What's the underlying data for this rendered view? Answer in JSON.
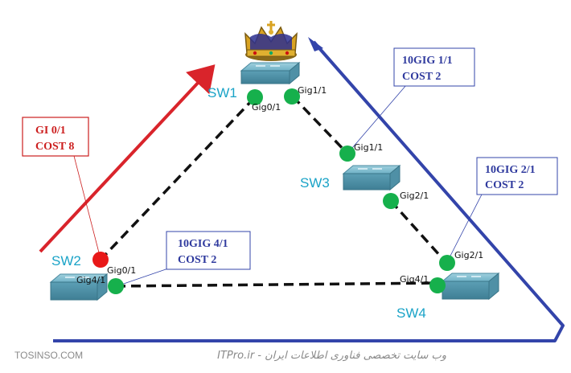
{
  "colors": {
    "switch_label": "#1aa3c7",
    "red_arrow": "#d9242b",
    "blue_arrow": "#3344aa",
    "port_green": "#16b04c",
    "port_red": "#e81818",
    "link": "#111111",
    "red_box": "#cc1f1f",
    "blue_box_text": "#2f3a9e"
  },
  "switches": {
    "sw1": {
      "label": "SW1"
    },
    "sw2": {
      "label": "SW2"
    },
    "sw3": {
      "label": "SW3"
    },
    "sw4": {
      "label": "SW4"
    }
  },
  "ports": {
    "sw1_gig01": "Gig0/1",
    "sw1_gig11": "Gig1/1",
    "sw3_gig11": "Gig1/1",
    "sw3_gig21": "Gig2/1",
    "sw2_gig01": "Gig0/1",
    "sw2_gig41": "Gig4/1",
    "sw4_gig41": "Gig4/1",
    "sw4_gig21": "Gig2/1"
  },
  "callouts": {
    "gi01": {
      "line1": "GI 0/1",
      "line2": "COST 8"
    },
    "tengig11": {
      "line1": "10GIG 1/1",
      "line2": "COST 2"
    },
    "tengig21": {
      "line1": "10GIG 2/1",
      "line2": "COST 2"
    },
    "tengig41": {
      "line1": "10GIG 4/1",
      "line2": "COST 2"
    }
  },
  "footer": {
    "left": "TOSINSO.COM",
    "right": "ITPro.ir - وب سایت تخصصی فناوری اطلاعات ایران"
  },
  "icons": {
    "root_bridge": "crown-icon",
    "switch": "switch-icon"
  }
}
